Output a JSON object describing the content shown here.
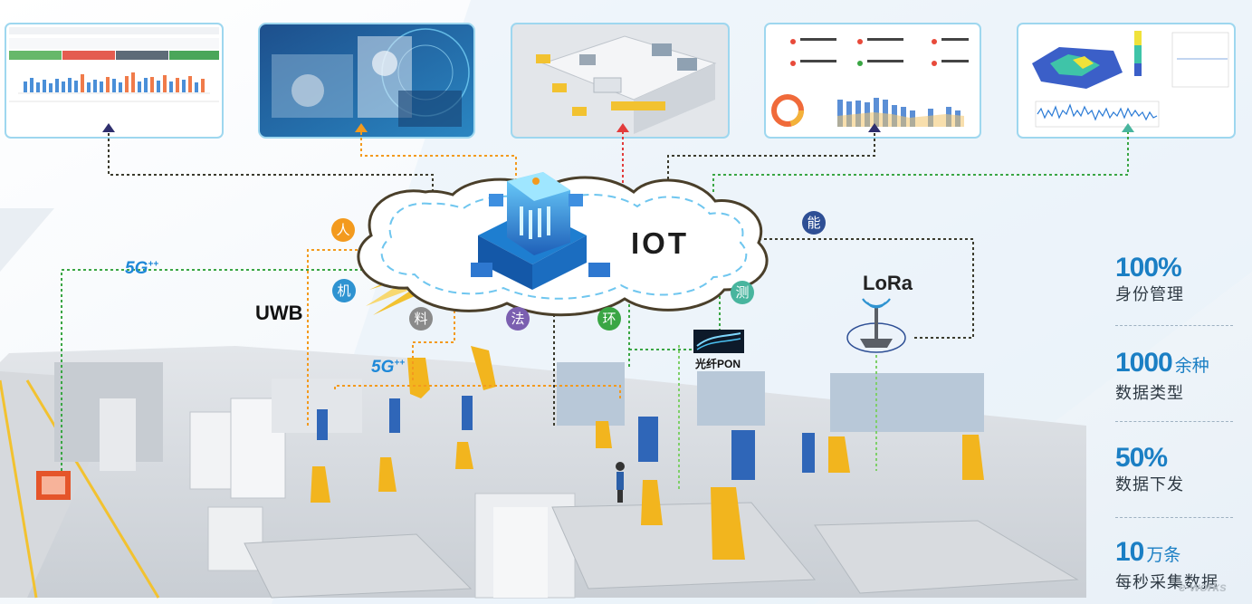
{
  "hub": {
    "title": "IOT"
  },
  "network": {
    "fiveg_top": "5G",
    "fiveg_low": "5G",
    "uwb": "UWB",
    "lora": "LoRa",
    "pon": "光纤PON"
  },
  "factors": [
    {
      "id": "people",
      "label": "人",
      "color": "#f39a1e"
    },
    {
      "id": "machine",
      "label": "机",
      "color": "#2f93d1"
    },
    {
      "id": "material",
      "label": "料",
      "color": "#8a8a8a"
    },
    {
      "id": "method",
      "label": "法",
      "color": "#7b5fb0"
    },
    {
      "id": "environment",
      "label": "环",
      "color": "#3aa644"
    },
    {
      "id": "measure",
      "label": "测",
      "color": "#48b59e"
    },
    {
      "id": "energy",
      "label": "能",
      "color": "#2e4f95"
    }
  ],
  "stats": [
    {
      "value": "100%",
      "unit": "",
      "label": "身份管理"
    },
    {
      "value": "1000",
      "unit": "余种",
      "label": "数据类型"
    },
    {
      "value": "50%",
      "unit": "",
      "label": "数据下发"
    },
    {
      "value": "10",
      "unit": "万条",
      "label": "每秒采集数据"
    }
  ],
  "colors": {
    "accent_blue": "#1b7fc4",
    "link_orange": "#f39a1e",
    "link_green": "#3aa644",
    "link_red": "#e23b3b",
    "link_dark": "#3b3b2e"
  },
  "watermark": "e-works"
}
